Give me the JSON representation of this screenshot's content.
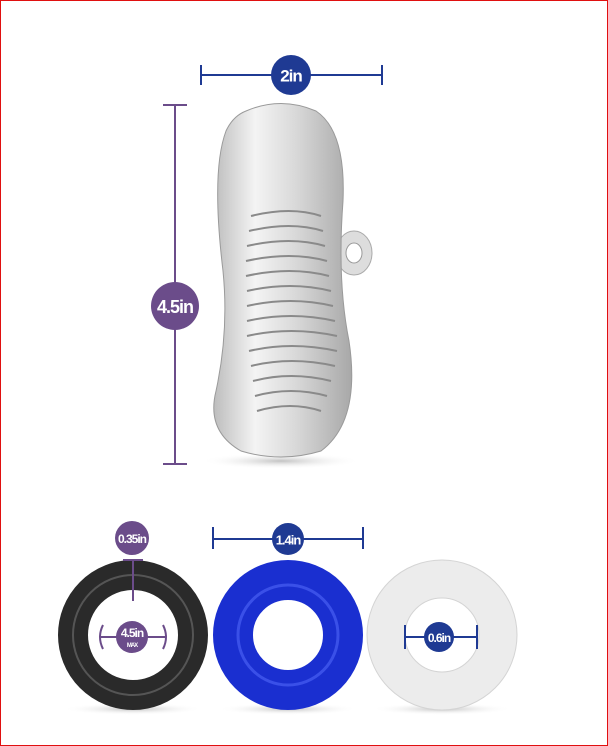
{
  "dimensions": {
    "main_width": "2in",
    "main_height": "4.5in",
    "ring_thickness": "0.35in",
    "ring_stretch": "4.5in",
    "ring_stretch_note": "MAX",
    "ring_outer_width": "1.4in",
    "ring_inner_diameter": "0.6in"
  },
  "colors": {
    "blue_label": "#1f3a93",
    "purple_label": "#6b4c8a",
    "ring_black": "#2a2a2a",
    "ring_blue": "#1a2fd0",
    "ring_clear": "#ececec",
    "border": "#e01010"
  }
}
